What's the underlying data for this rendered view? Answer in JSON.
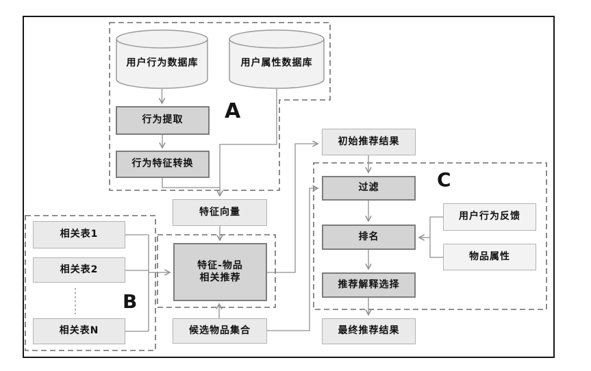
{
  "groups": {
    "a_label": "A",
    "b_label": "B",
    "c_label": "C"
  },
  "nodes": {
    "user_behavior_db": "用户行为数据库",
    "user_attribute_db": "用户属性数据库",
    "behavior_extract": "行为提取",
    "behavior_feature_convert": "行为特征转换",
    "feature_vector": "特征向量",
    "related_table_1": "相关表1",
    "related_table_2": "相关表2",
    "related_table_n": "相关表N",
    "feature_item_line1": "特征-物品",
    "feature_item_line2": "相关推荐",
    "candidate_items": "候选物品集合",
    "initial_result": "初始推荐结果",
    "filter": "过滤",
    "ranking": "排名",
    "explain_select": "推荐解释选择",
    "final_result": "最终推荐结果",
    "user_feedback": "用户行为反馈",
    "item_attrs": "物品属性"
  },
  "colors": {
    "process_fill": "#d4d4d4",
    "process_border": "#7c7c7c",
    "data_fill": "#eaeaea",
    "data_border": "#b2b2b2",
    "io_fill": "#f3f3f3",
    "connector": "#8f8f8f",
    "group_dash": "#7e7e7e",
    "frame": "#161616"
  }
}
